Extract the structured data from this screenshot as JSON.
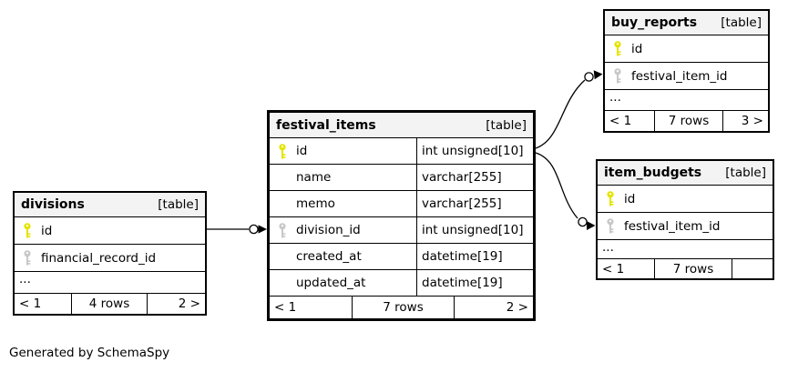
{
  "generator_note": "Generated by SchemaSpy",
  "colors": {
    "primary_key": "#e4e400",
    "foreign_key": "#c8c8c8",
    "header_bg": "#f3f3f3",
    "border": "#000000",
    "background": "#ffffff"
  },
  "tables": {
    "divisions": {
      "name": "divisions",
      "type_label": "[table]",
      "columns": [
        {
          "name": "id",
          "icon": "primary-key-icon"
        },
        {
          "name": "financial_record_id",
          "icon": "foreign-key-icon"
        },
        {
          "name": "..."
        }
      ],
      "paginator": {
        "prev": "< 1",
        "rows": "4 rows",
        "next": "2 >"
      }
    },
    "festival_items": {
      "name": "festival_items",
      "type_label": "[table]",
      "columns": [
        {
          "name": "id",
          "type": "int unsigned[10]",
          "icon": "primary-key-icon"
        },
        {
          "name": "name",
          "type": "varchar[255]"
        },
        {
          "name": "memo",
          "type": "varchar[255]"
        },
        {
          "name": "division_id",
          "type": "int unsigned[10]",
          "icon": "foreign-key-icon"
        },
        {
          "name": "created_at",
          "type": "datetime[19]"
        },
        {
          "name": "updated_at",
          "type": "datetime[19]"
        }
      ],
      "paginator": {
        "prev": "< 1",
        "rows": "7 rows",
        "next": "2 >"
      }
    },
    "buy_reports": {
      "name": "buy_reports",
      "type_label": "[table]",
      "columns": [
        {
          "name": "id",
          "icon": "primary-key-icon"
        },
        {
          "name": "festival_item_id",
          "icon": "foreign-key-icon"
        },
        {
          "name": "..."
        }
      ],
      "paginator": {
        "prev": "< 1",
        "rows": "7 rows",
        "next": "3 >"
      }
    },
    "item_budgets": {
      "name": "item_budgets",
      "type_label": "[table]",
      "columns": [
        {
          "name": "id",
          "icon": "primary-key-icon"
        },
        {
          "name": "festival_item_id",
          "icon": "foreign-key-icon"
        },
        {
          "name": "..."
        }
      ],
      "paginator": {
        "prev": "< 1",
        "rows": "7 rows",
        "next": ""
      }
    }
  },
  "relationships": [
    {
      "from": "divisions.id",
      "to": "festival_items.division_id"
    },
    {
      "from": "festival_items.id",
      "to": "buy_reports.festival_item_id"
    },
    {
      "from": "festival_items.id",
      "to": "item_budgets.festival_item_id"
    }
  ]
}
